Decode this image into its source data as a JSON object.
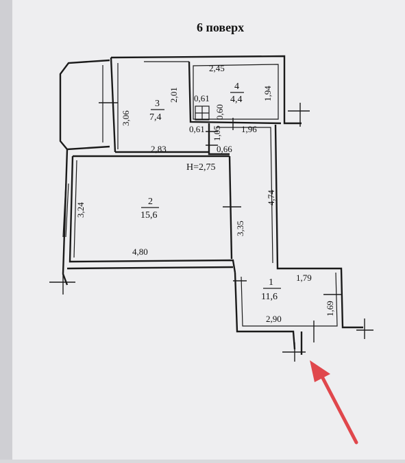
{
  "title": "6 поверх",
  "ceiling_height": "H=2,75",
  "rooms": [
    {
      "number": "1",
      "area": "11,6"
    },
    {
      "number": "2",
      "area": "15,6"
    },
    {
      "number": "3",
      "area": "7,4"
    },
    {
      "number": "4",
      "area": "4,4"
    }
  ],
  "dimensions": {
    "d_2_45": "2,45",
    "d_2_01": "2,01",
    "d_0_61_top": "0,61",
    "d_0_60": "0,60",
    "d_1_94": "1,94",
    "d_3_06": "3,06",
    "d_0_61_bottom": "0,61",
    "d_1_05": "1,05",
    "d_1_96": "1,96",
    "d_0_66": "0,66",
    "d_2_83": "2,83",
    "d_4_74": "4,74",
    "d_3_24": "3,24",
    "d_3_35": "3,35",
    "d_4_80": "4,80",
    "d_1_79": "1,79",
    "d_1_69": "1,69",
    "d_2_90": "2,90"
  },
  "colors": {
    "paper": "#eeeef0",
    "ink": "#1a1a1a",
    "arrow": "#e0474c"
  },
  "icons": [
    "ventilation-shaft-icon",
    "entrance-arrow-icon"
  ]
}
